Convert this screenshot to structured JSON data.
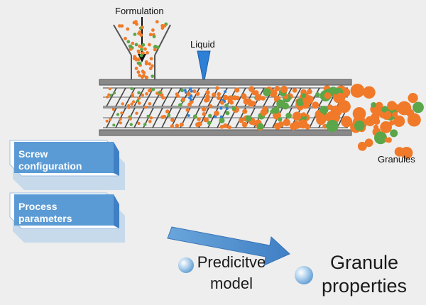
{
  "labels": {
    "formulation": "Formulation",
    "liquid": "Liquid",
    "granules": "Granules",
    "predictive_model": "Predicitve model",
    "granule_properties": "Granule properties"
  },
  "inputs": [
    {
      "label": "Screw configuration"
    },
    {
      "label": "Process parameters"
    }
  ],
  "colors": {
    "background": "#eeeeee",
    "box_blue": "#5b9bd5",
    "box_shadow": "#8fb8e0",
    "arrow_blue": "#4f8fd0",
    "particle_orange": "#f07a2a",
    "particle_green": "#5aa648",
    "liquid_blue": "#2e7fd6",
    "barrel_gray": "#7f7f7f"
  },
  "icons": [
    "down-arrow-icon",
    "liquid-nozzle-icon",
    "sphere-icon"
  ]
}
